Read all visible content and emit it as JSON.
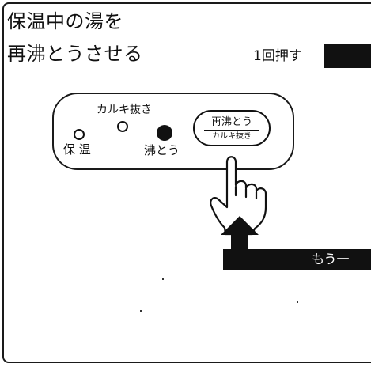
{
  "title": {
    "line1": "保温中の湯を",
    "line2": "再沸とうさせる"
  },
  "instruction": {
    "text": "1回押す"
  },
  "panel": {
    "label_karuki_nuki": "カルキ抜き",
    "label_hoon": "保 温",
    "label_futtou": "沸とう",
    "button_top": "再沸とう",
    "button_bottom": "カルキ抜き"
  },
  "banner": {
    "text": "もう一"
  }
}
